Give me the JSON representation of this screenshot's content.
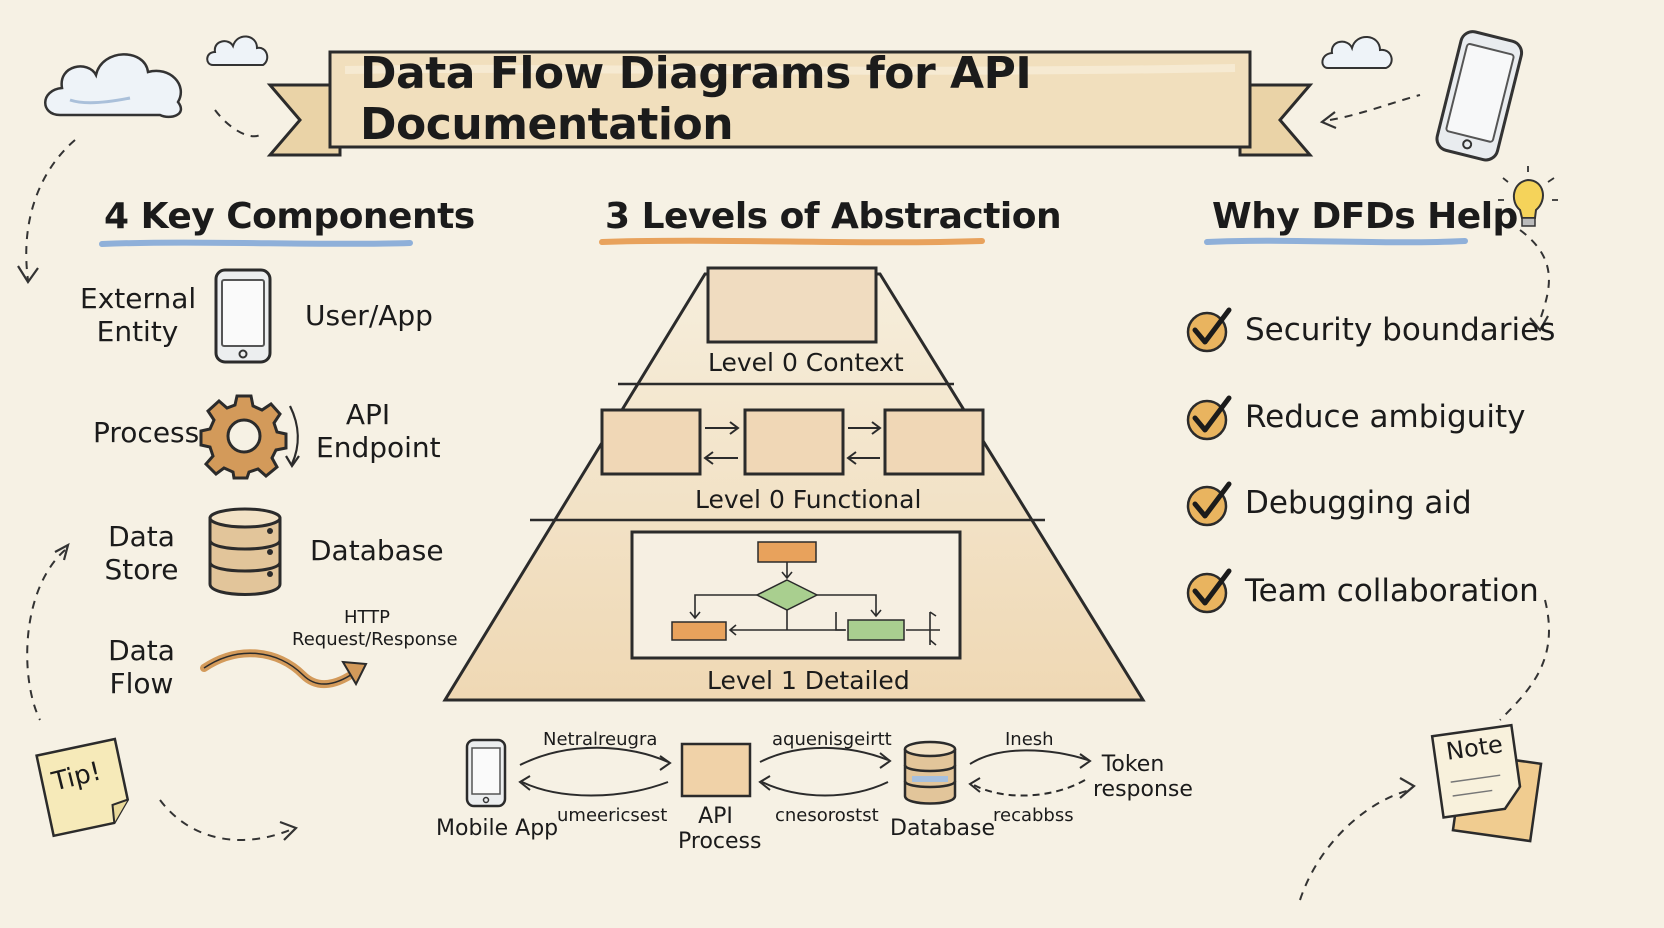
{
  "title": "Data Flow Diagrams for API Documentation",
  "components": {
    "heading": "4 Key Components",
    "items": [
      {
        "name": "External Entity",
        "line1": "External",
        "line2": "Entity",
        "example": "User/App",
        "icon": "smartphone-icon"
      },
      {
        "name": "Process",
        "line1": "Process",
        "line2": "",
        "example_line1": "API",
        "example_line2": "Endpoint",
        "icon": "gear-icon"
      },
      {
        "name": "Data Store",
        "line1": "Data",
        "line2": "Store",
        "example": "Database",
        "icon": "database-icon"
      },
      {
        "name": "Data Flow",
        "line1": "Data",
        "line2": "Flow",
        "example_line1": "HTTP",
        "example_line2": "Request/Response",
        "icon": "curved-arrow-icon"
      }
    ]
  },
  "levels": {
    "heading": "3 Levels of Abstraction",
    "items": [
      {
        "label": "Level 0 Context"
      },
      {
        "label": "Level 0 Functional"
      },
      {
        "label": "Level 1 Detailed"
      }
    ]
  },
  "benefits": {
    "heading": "Why DFDs Help",
    "items": [
      "Security boundaries",
      "Reduce ambiguity",
      "Debugging aid",
      "Team collaboration"
    ]
  },
  "example_flow": {
    "nodes": [
      {
        "label": "Mobile App",
        "icon": "smartphone-icon"
      },
      {
        "label_line1": "API",
        "label_line2": "Process"
      },
      {
        "label": "Database",
        "icon": "database-icon"
      },
      {
        "label_line1": "Token",
        "label_line2": "response"
      }
    ],
    "flow_labels": [
      {
        "top": "Netralreugra",
        "bottom": "umeericsest"
      },
      {
        "top": "aquenisgeirtt",
        "bottom": "cnesorostst"
      },
      {
        "top": "Inesh",
        "bottom": "recabbss"
      }
    ]
  },
  "notes": {
    "tip": "Tip!",
    "note": "Note"
  },
  "colors": {
    "background": "#f6f1e4",
    "banner": "#f1dfbd",
    "accent_orange": "#e8a25c",
    "accent_blue": "#8fb0d9",
    "accent_green": "#a9cf8f",
    "check_circle": "#e9b45f"
  },
  "decorations": [
    "cloud-icon",
    "cloud-icon",
    "cloud-icon",
    "smartphone-icon",
    "lightbulb-icon"
  ]
}
